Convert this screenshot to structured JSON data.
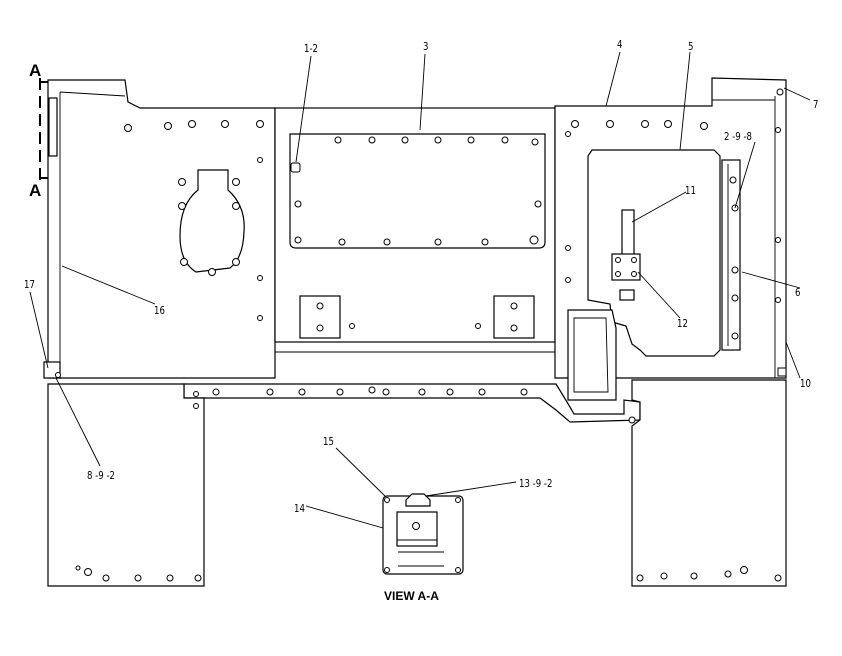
{
  "diagram": {
    "section_letter_top": "A",
    "section_letter_bottom": "A",
    "view_title": "VIEW A-A",
    "callouts": {
      "c1": "1-2",
      "c3": "3",
      "c4": "4",
      "c5": "5",
      "c7": "7",
      "c298": "2 -9 -8",
      "c11": "11",
      "c6": "6",
      "c12": "12",
      "c10": "10",
      "c17": "17",
      "c16": "16",
      "c892": "8 -9 -2",
      "c15": "15",
      "c14": "14",
      "c1392": "13 -9 -2"
    }
  }
}
